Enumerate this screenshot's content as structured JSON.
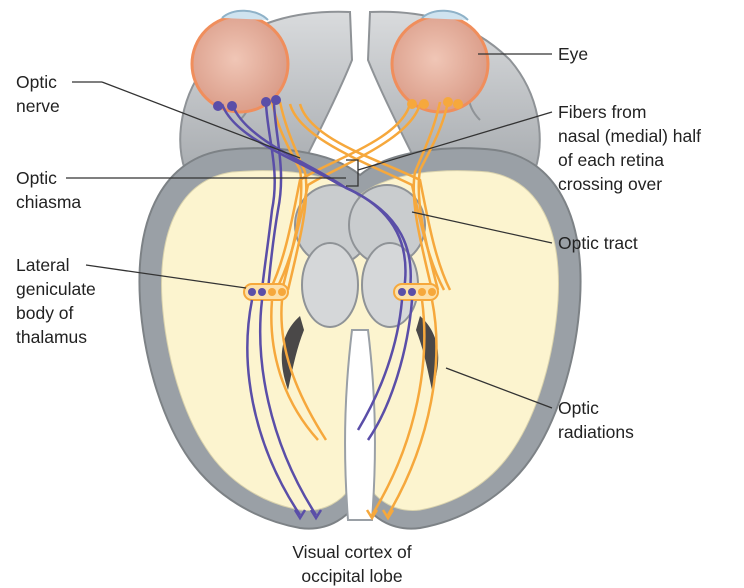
{
  "colors": {
    "nasal_fibers": "#5a4ea8",
    "temporal_fibers": "#f6a83c",
    "cortex_fill": "#fcf4cf",
    "gray_matter": "#9aa0a6",
    "brain_gray": "#b9bcbf",
    "eyeball": "#e7b8a6",
    "leader_line": "#333333"
  },
  "labels": {
    "eye": "Eye",
    "optic_nerve": "Optic\nnerve",
    "fibers_crossing": "Fibers from\nnasal (medial) half\nof each retina\ncrossing over",
    "optic_chiasma": "Optic\nchiasma",
    "optic_tract": "Optic tract",
    "lateral_geniculate": "Lateral\ngeniculate\nbody of\nthalamus",
    "optic_radiations": "Optic\nradiations",
    "visual_cortex": "Visual cortex of\noccipital lobe"
  }
}
